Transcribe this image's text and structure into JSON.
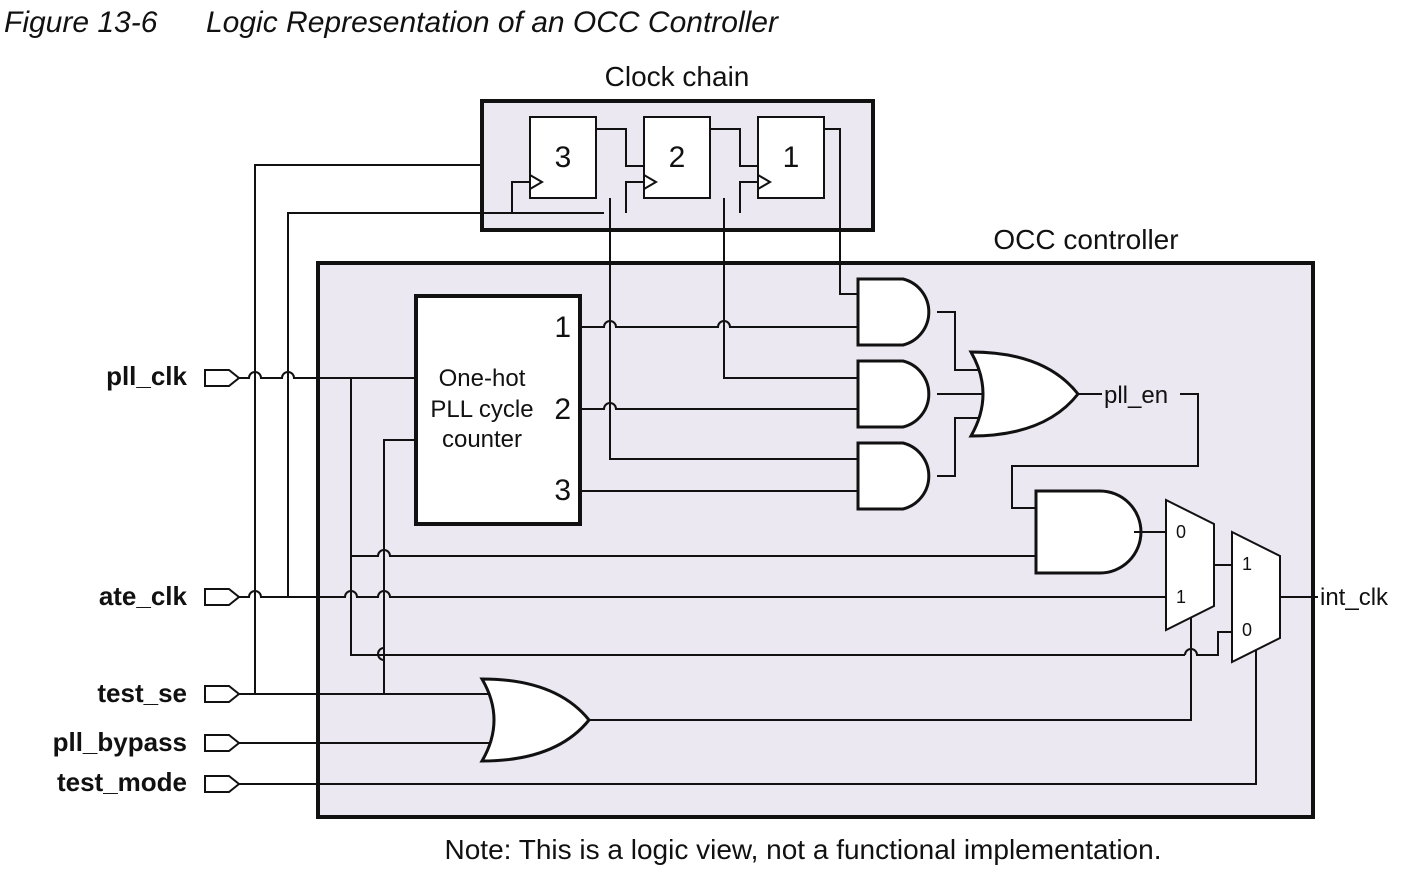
{
  "figure": {
    "number": "Figure 13-6",
    "title": "Logic Representation of an OCC Controller",
    "note": "Note: This is a logic view, not a functional implementation."
  },
  "clock_chain": {
    "label": "Clock chain",
    "cells": [
      "3",
      "2",
      "1"
    ]
  },
  "occ_controller": {
    "label": "OCC controller",
    "counter_lines": [
      "One-hot",
      "PLL cycle",
      "counter"
    ],
    "counter_outputs": [
      "1",
      "2",
      "3"
    ],
    "pll_en_label": "pll_en",
    "mux1_inputs": [
      "0",
      "1"
    ],
    "mux2_inputs": [
      "1",
      "0"
    ],
    "output_label": "int_clk"
  },
  "inputs": [
    "pll_clk",
    "ate_clk",
    "test_se",
    "pll_bypass",
    "test_mode"
  ],
  "colors": {
    "controller_fill": "#ebe8f1",
    "chain_fill": "#ebe8f1",
    "line": "#111111"
  }
}
